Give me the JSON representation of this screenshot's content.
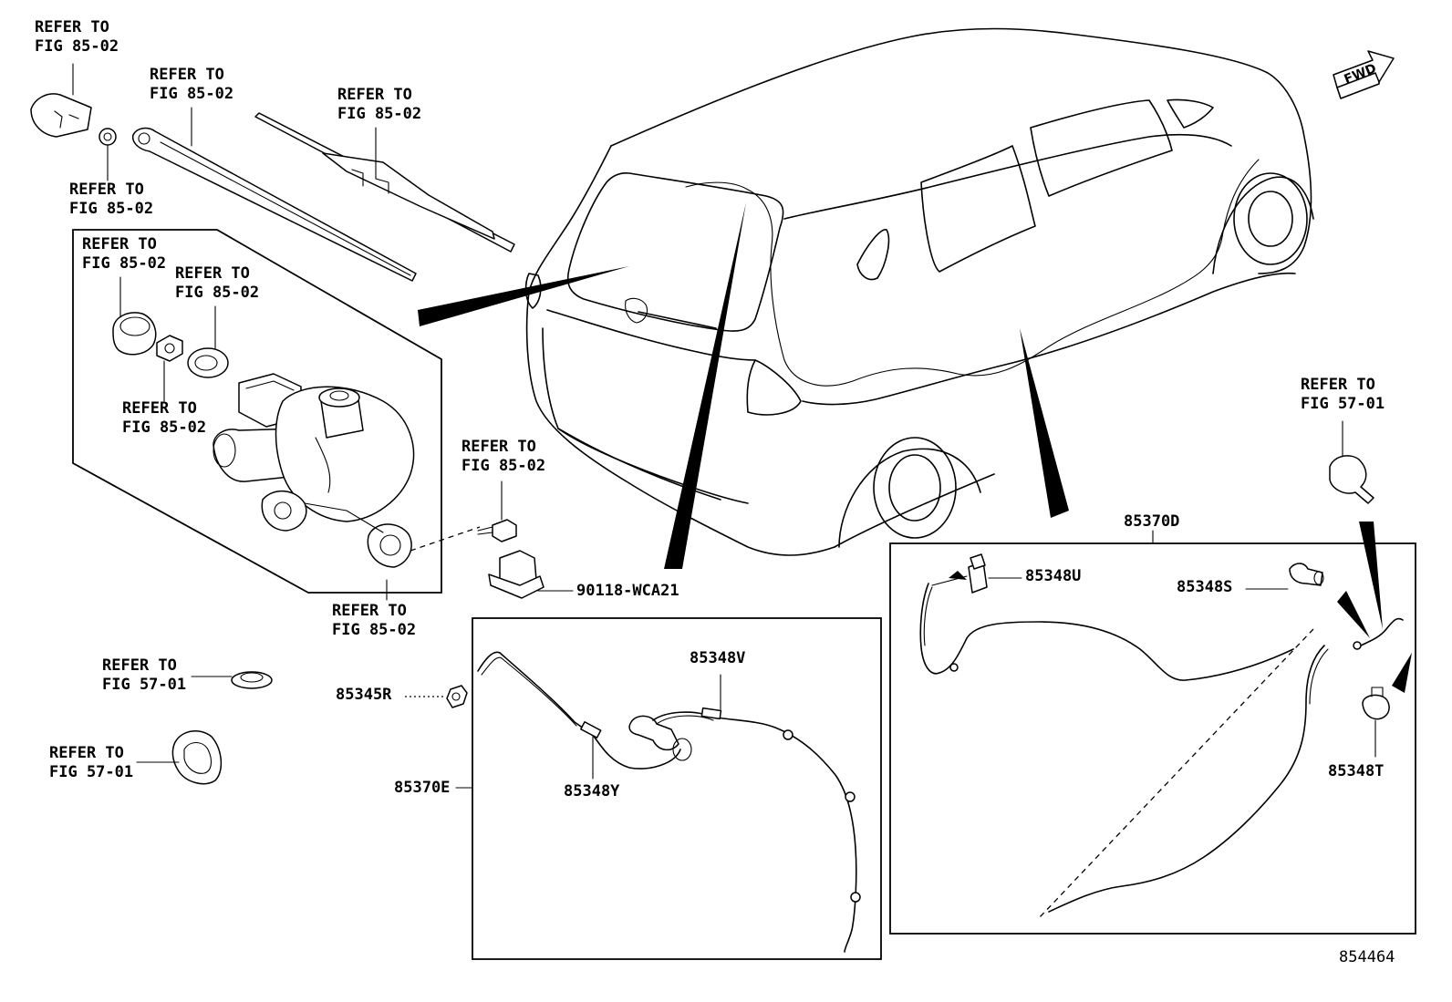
{
  "diagram_id": "854464",
  "fwd_label": "FWD",
  "labels": {
    "wiper_cap": [
      "REFER TO",
      "FIG 85-02"
    ],
    "wiper_nut": [
      "REFER TO",
      "FIG 85-02"
    ],
    "wiper_arm": [
      "REFER TO",
      "FIG 85-02"
    ],
    "wiper_blade": [
      "REFER TO",
      "FIG 85-02"
    ],
    "pivot_cap": [
      "REFER TO",
      "FIG 85-02"
    ],
    "pivot_seal": [
      "REFER TO",
      "FIG 85-02"
    ],
    "pivot_nut": [
      "REFER TO",
      "FIG 85-02"
    ],
    "motor_bolt": [
      "REFER TO",
      "FIG 85-02"
    ],
    "motor_assy": [
      "REFER TO",
      "FIG 85-02"
    ],
    "grommet_small": [
      "REFER TO",
      "FIG 57-01"
    ],
    "grommet_large": [
      "REFER TO",
      "FIG 57-01"
    ],
    "grommet_right": [
      "REFER TO",
      "FIG 57-01"
    ]
  },
  "parts": {
    "clamp": "90118-WCA21",
    "clip": "85345R",
    "hose_e": "85370E",
    "joint_v": "85348V",
    "joint_y": "85348Y",
    "hose_d": "85370D",
    "joint_u": "85348U",
    "joint_s": "85348S",
    "joint_t": "85348T"
  }
}
